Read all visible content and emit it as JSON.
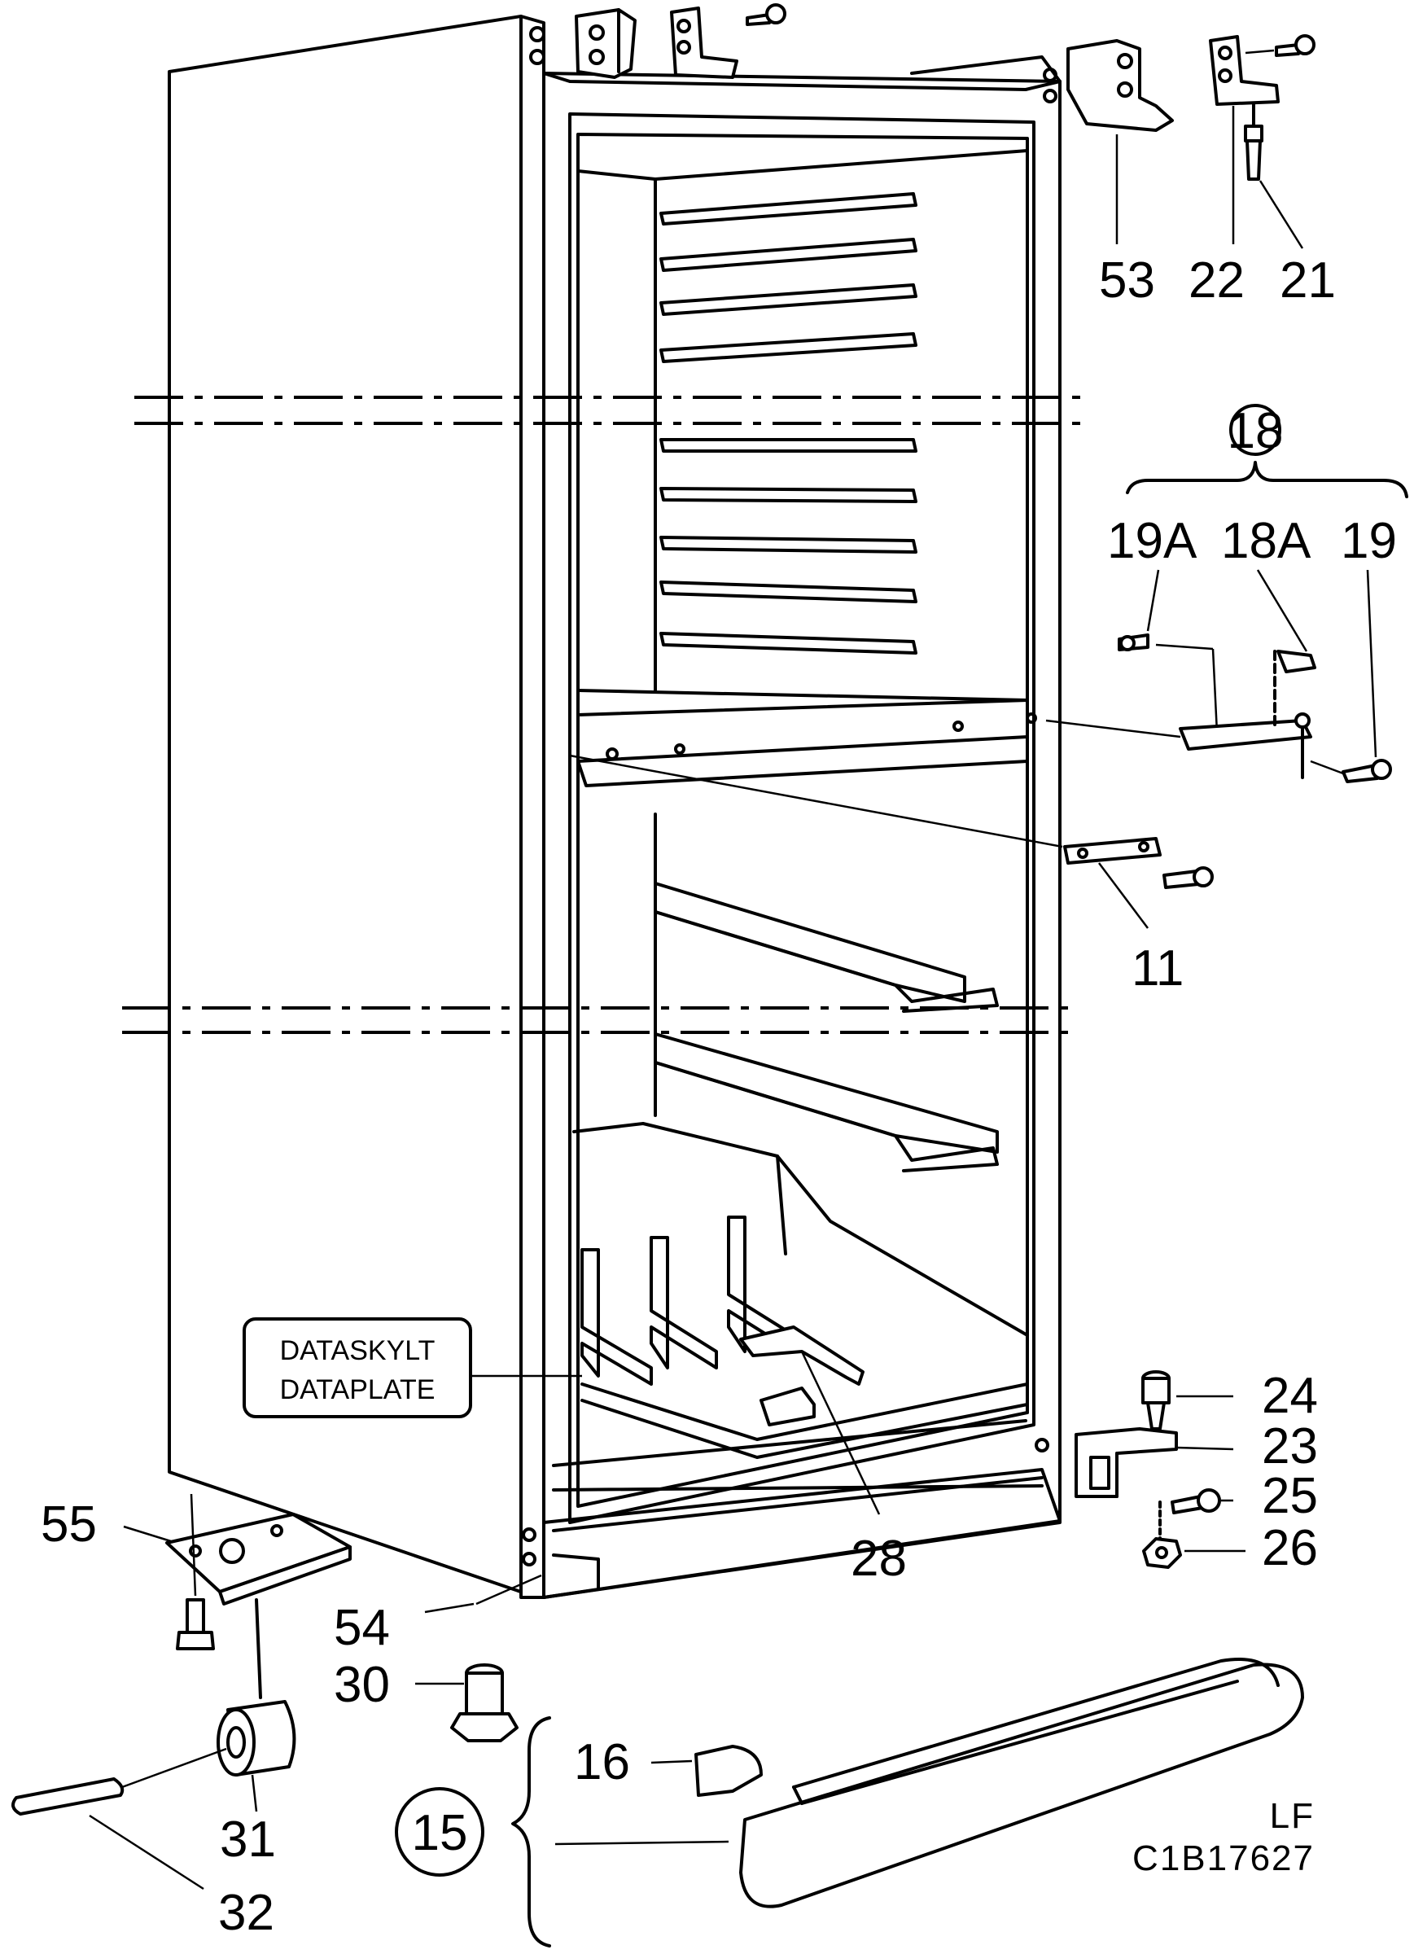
{
  "callouts": {
    "c53": "53",
    "c22": "22",
    "c21": "21",
    "c18": "18",
    "c19a": "19A",
    "c18a": "18A",
    "c19": "19",
    "c11": "11",
    "c24": "24",
    "c23": "23",
    "c25": "25",
    "c26": "26",
    "c28": "28",
    "c54": "54",
    "c55": "55",
    "c30": "30",
    "c31": "31",
    "c32": "32",
    "c16": "16",
    "c15": "15"
  },
  "nameplate": {
    "line1": "DATASKYLT",
    "line2": "DATAPLATE"
  },
  "drawing_code": {
    "line1": "LF",
    "line2": "C1B17627"
  }
}
